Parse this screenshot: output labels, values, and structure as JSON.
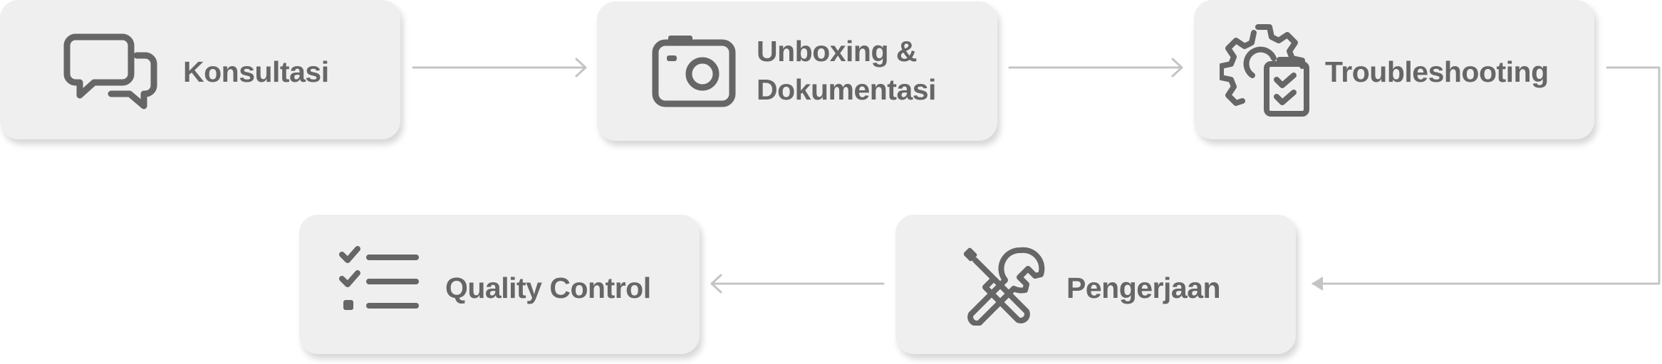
{
  "colors": {
    "box_fill": "#efefef",
    "icon_and_text": "#666666",
    "connector": "#c4c4c4",
    "background": "#ffffff"
  },
  "steps": [
    {
      "label": "Konsultasi",
      "icon": "chat-bubbles-icon"
    },
    {
      "label_lines": [
        "Unboxing &",
        "Dokumentasi"
      ],
      "icon": "camera-icon"
    },
    {
      "label": "Troubleshooting",
      "icon": "gear-checklist-icon"
    },
    {
      "label": "Pengerjaan",
      "icon": "screwdriver-wrench-icon"
    },
    {
      "label": "Quality Control",
      "icon": "checklist-icon"
    }
  ],
  "flow_order": [
    "Konsultasi",
    "Unboxing & Dokumentasi",
    "Troubleshooting",
    "Pengerjaan",
    "Quality Control"
  ]
}
